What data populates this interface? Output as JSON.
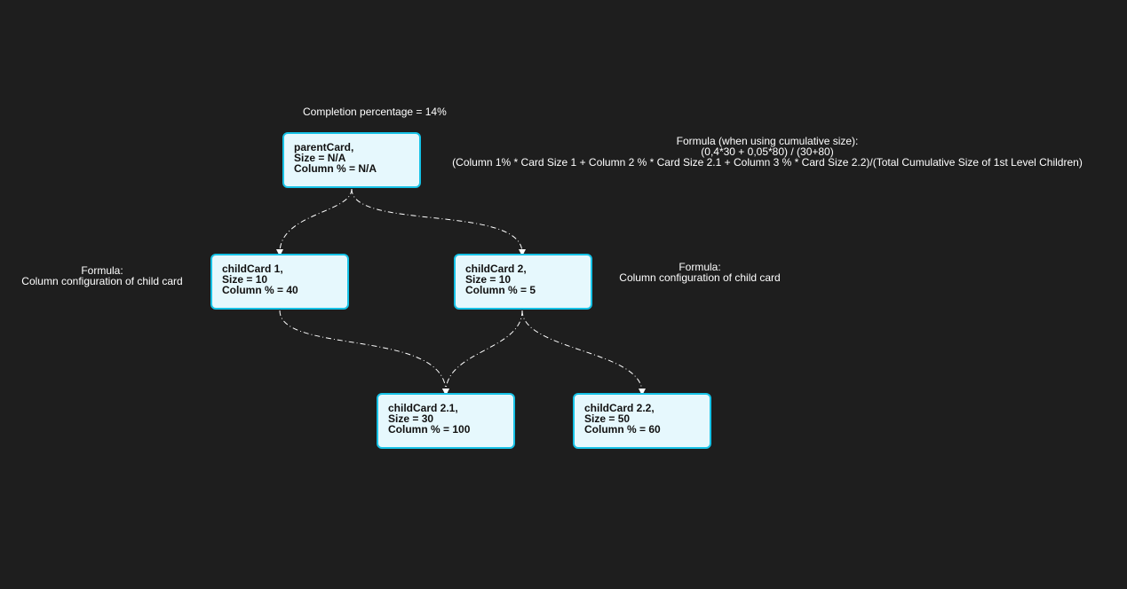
{
  "completion_text": "Completion percentage = 14%",
  "cards": {
    "parent": {
      "name": "parentCard,",
      "size": "Size = N/A",
      "column": "Column % = N/A"
    },
    "child1": {
      "name": "childCard 1,",
      "size": "Size = 10",
      "column": "Column % = 40"
    },
    "child2": {
      "name": "childCard 2,",
      "size": "Size = 10",
      "column": "Column % = 5"
    },
    "child21": {
      "name": "childCard 2.1,",
      "size": "Size = 30",
      "column": "Column % = 100"
    },
    "child22": {
      "name": "childCard 2.2,",
      "size": "Size = 50",
      "column": "Column % = 60"
    }
  },
  "formula_parent": {
    "title": "Formula (when using cumulative size):",
    "numbers": "(0,4*30 + 0,05*80) / (30+80)",
    "expression": "(Column 1% * Card Size 1 + Column 2 % * Card Size 2.1 + Column 3 % * Card Size 2.2)/(Total Cumulative Size of 1st Level Children)"
  },
  "formula_child1": {
    "title": "Formula:",
    "body": "Column configuration of child card"
  },
  "formula_child2": {
    "title": "Formula:",
    "body": "Column configuration of child card"
  },
  "colors": {
    "background": "#1e1e1e",
    "card_fill": "#e6f8fd",
    "card_border": "#16c2e6",
    "connector": "#ffffff"
  }
}
